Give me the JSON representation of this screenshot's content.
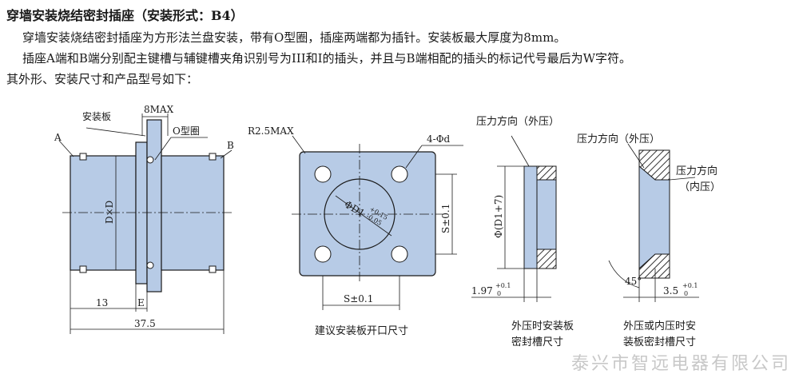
{
  "title": "穿墙安装烧结密封插座（安装形式：B4）",
  "paragraphs": [
    "穿墙安装烧结密封插座为方形法兰盘安装，带有O型圈，插座两端都为插针。安装板最大厚度为8mm。",
    "插座A端和B端分别配主键槽与辅键槽夹角识别号为III和Ⅰ的插头，并且与B端相配的插头的标记代号最后为W字符。",
    "其外形、安装尺寸和产品型号如下："
  ],
  "fig1": {
    "mount_plate": "安装板",
    "max8": "8MAX",
    "oring": "O型圈",
    "end_a": "A",
    "end_b": "B",
    "dia": "D×D",
    "dim13": "13",
    "dimE": "E",
    "dim375": "37.5"
  },
  "fig2": {
    "radius": "R2.5MAX",
    "holes": "4-Φd",
    "bore": "ΦD1",
    "tol_up": "+0.15",
    "tol_dn": "-0.05",
    "s_vert": "S±0.1",
    "s_horz": "S±0.1",
    "caption": "建议安装板开口尺寸"
  },
  "fig3": {
    "force": "压力方向（外压）",
    "dia": "Φ(D1+7)",
    "dim": "1.97",
    "tol_up": "+0.1",
    "tol_dn": "0",
    "caption_l1": "外压时安装板",
    "caption_l2": "密封槽尺寸"
  },
  "fig4": {
    "force_out": "压力方向（外压）",
    "force_in_l1": "压力方向",
    "force_in_l2": "（内压）",
    "angle": "45°",
    "dim": "3.5",
    "tol_up": "+0.1",
    "tol_dn": "0",
    "caption_l1": "外压或内压时安",
    "caption_l2": "装板密封槽尺寸"
  },
  "watermark": "泰兴市智远电器有限公司",
  "colors": {
    "part_fill": "#b7cbe6",
    "hatch": "#333333",
    "line": "#1a1a1a",
    "watermark": "#c8c8c8"
  }
}
